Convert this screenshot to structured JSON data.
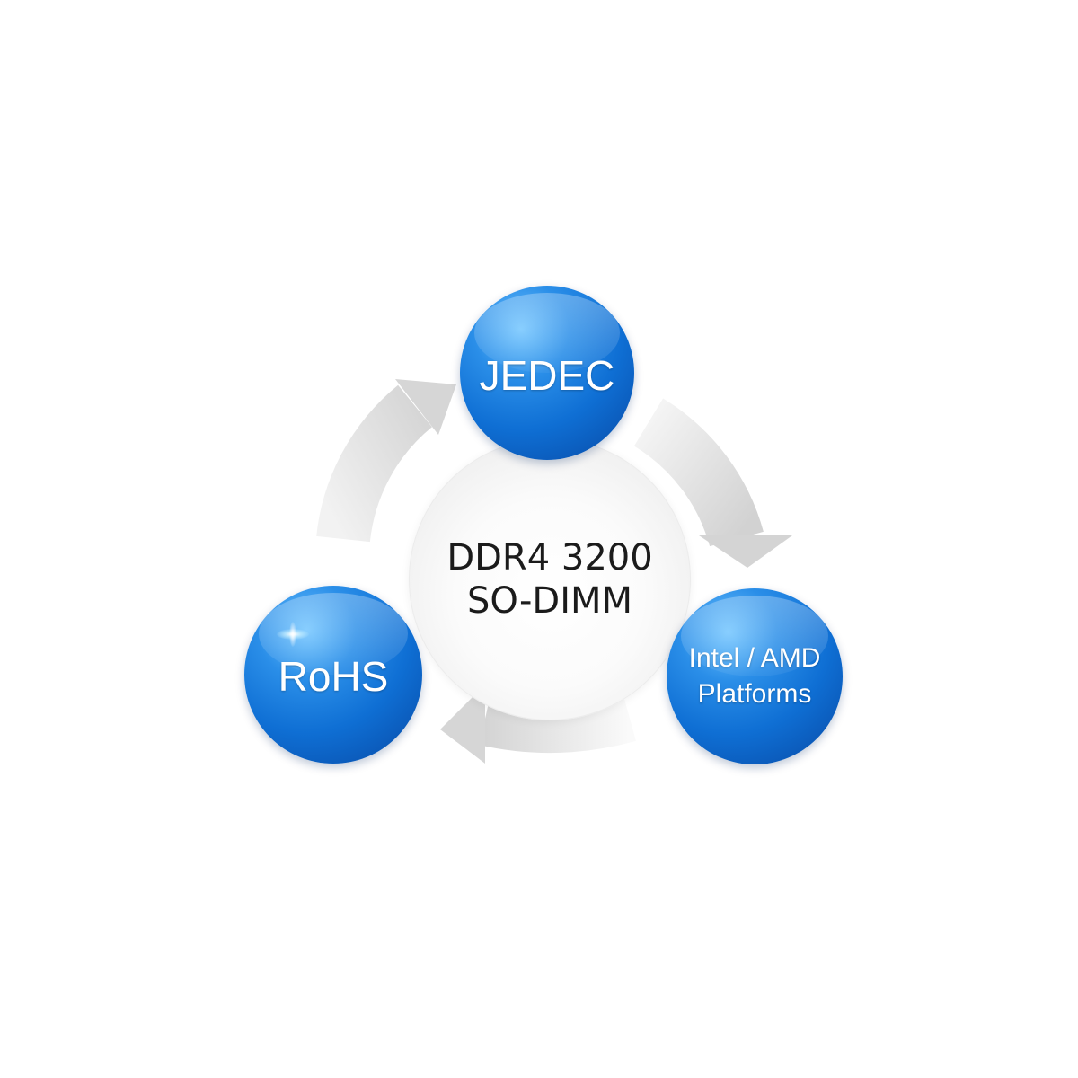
{
  "diagram": {
    "center": {
      "line1": "DDR4 3200",
      "line2": "SO-DIMM"
    },
    "nodes": {
      "jedec": "JEDEC",
      "rohs": "RoHS",
      "platforms_line1": "Intel / AMD",
      "platforms_line2": "Platforms"
    },
    "colors": {
      "node_blue": "#0f6fd4",
      "arrow_gray": "#d8d8d8",
      "center_text": "#1b1b1b"
    }
  }
}
